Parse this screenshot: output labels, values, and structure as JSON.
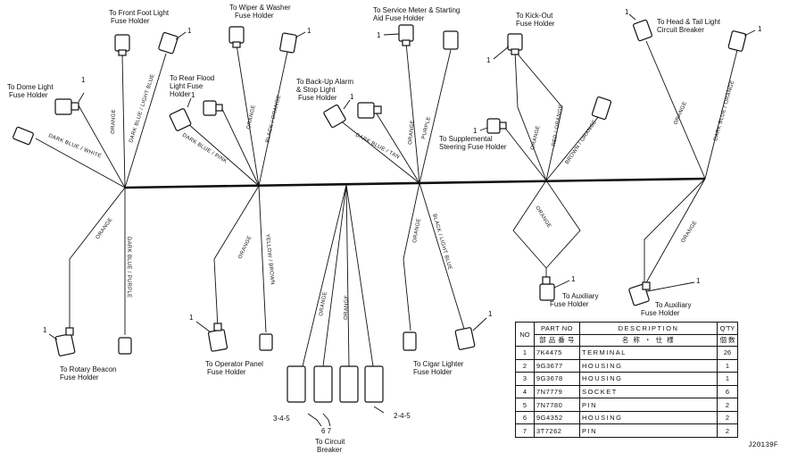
{
  "labels": {
    "front_foot_light": [
      "To Front Foot Light",
      "Fuse Holder"
    ],
    "wiper_washer": [
      "To Wiper & Washer",
      "Fuse Holder"
    ],
    "service_meter": [
      "To Service Meter & Starting",
      "Aid Fuse Holder"
    ],
    "kick_out": [
      "To Kick-Out",
      "Fuse Holder"
    ],
    "head_tail": [
      "To Head & Tail Light",
      "Circuit Breaker"
    ],
    "dome_light": [
      "To Dome Light",
      "Fuse Holder"
    ],
    "rear_flood": [
      "To Rear Flood",
      "Light Fuse",
      "Holder"
    ],
    "backup_alarm": [
      "To Back-Up Alarm",
      "& Stop Light",
      "Fuse Holder"
    ],
    "supplemental_steering": [
      "To Supplemental",
      "Steering Fuse Holder"
    ],
    "auxiliary_1": [
      "To Auxiliary",
      "Fuse Holder"
    ],
    "auxiliary_2": [
      "To Auxiliary",
      "Fuse Holder"
    ],
    "rotary_beacon": [
      "To Rotary Beacon",
      "Fuse Holder"
    ],
    "operator_panel": [
      "To Operator Panel",
      "Fuse Holder"
    ],
    "cigar_lighter": [
      "To Cigar Lighter",
      "Fuse Holder"
    ],
    "circuit_breaker": [
      "To Circuit",
      "Breaker"
    ]
  },
  "wire_labels": {
    "dark_blue_white": "DARK BLUE / WHITE",
    "orange_a": "ORANGE",
    "dark_blue_light_blue": "DARK BLUE / LIGHT BLUE",
    "dark_blue_pink": "DARK BLUE / PINK",
    "orange_b": "ORANGE",
    "black_orange": "BLACK / ORANGE",
    "dark_blue_tan": "DARK BLUE / TAN",
    "orange_c": "ORANGE",
    "purple": "PURPLE",
    "orange_d": "ORANGE",
    "red_orange": "RED / ORANGE",
    "brown_orange": "BROWN / ORANGE",
    "orange_e": "ORANGE",
    "dark_blue_orange": "DARK BLUE / ORANGE",
    "orange_f": "ORANGE",
    "dark_blue_purple": "DARK BLUE / PURPLE",
    "orange_g": "ORANGE",
    "yellow_brown": "YELLOW / BROWN",
    "orange_h": "ORANGE",
    "orange_i": "ORANGE",
    "orange_j": "ORANGE",
    "black_light_blue": "BLACK / LIGHT BLUE",
    "orange_k": "ORANGE",
    "orange_l": "ORANGE"
  },
  "callouts": {
    "front_foot": "1",
    "wiper": "1",
    "service_meter": "1",
    "kick_out": "1",
    "head_tail_a": "1",
    "head_tail_b": "1",
    "dome": "1",
    "rear_flood": "1",
    "backup": "1",
    "supplemental": "1",
    "aux_1": "1",
    "aux_2": "1",
    "rotary": "1",
    "operator": "1",
    "cigar": "1",
    "breaker_left": "3-4-5",
    "breaker_mid": "6 7",
    "breaker_right": "2-4-5"
  },
  "table": {
    "headers": {
      "no": "NO",
      "part_no": "PART NO",
      "part_no_jp": "部 品 番 号",
      "description": "DESCRIPTION",
      "description_jp": "名 称 ・ 仕 様",
      "qty": "Q'TY",
      "qty_jp": "個 数"
    },
    "rows": [
      {
        "no": "1",
        "part": "7K4475",
        "desc": "TERMINAL",
        "qty": "26"
      },
      {
        "no": "2",
        "part": "9G3677",
        "desc": "HOUSING",
        "qty": "1"
      },
      {
        "no": "3",
        "part": "9G3678",
        "desc": "HOUSING",
        "qty": "1"
      },
      {
        "no": "4",
        "part": "7N7779",
        "desc": "SOCKET",
        "qty": "6"
      },
      {
        "no": "5",
        "part": "7N7780",
        "desc": "PIN",
        "qty": "2"
      },
      {
        "no": "6",
        "part": "9G4352",
        "desc": "HOUSING",
        "qty": "2"
      },
      {
        "no": "7",
        "part": "3T7262",
        "desc": "PIN",
        "qty": "2"
      }
    ]
  },
  "figure_code": "J20139F"
}
